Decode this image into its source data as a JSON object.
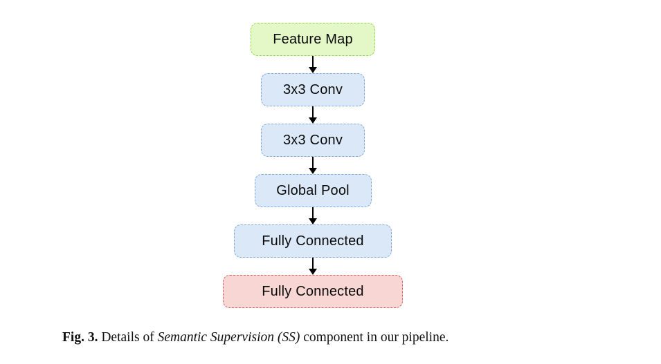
{
  "diagram": {
    "arrow_color": "#000000",
    "nodes": [
      {
        "label": "Feature Map",
        "kind": "input",
        "fill": "#e4f7c7",
        "border": "#8fd846"
      },
      {
        "label": "3x3 Conv",
        "kind": "hidden",
        "fill": "#dbe8f8",
        "border": "#7fa8d9"
      },
      {
        "label": "3x3 Conv",
        "kind": "hidden",
        "fill": "#dbe8f8",
        "border": "#7fa8d9"
      },
      {
        "label": "Global Pool",
        "kind": "hidden",
        "fill": "#dbe8f8",
        "border": "#7fa8d9"
      },
      {
        "label": "Fully Connected",
        "kind": "hidden",
        "fill": "#dbe8f8",
        "border": "#7fa8d9"
      },
      {
        "label": "Fully Connected",
        "kind": "output",
        "fill": "#f8d6d3",
        "border": "#d2615c"
      }
    ]
  },
  "caption": {
    "fig_label": "Fig. 3.",
    "pre": " Details of ",
    "emph": "Semantic Supervision (SS)",
    "post": " component in our pipeline."
  }
}
